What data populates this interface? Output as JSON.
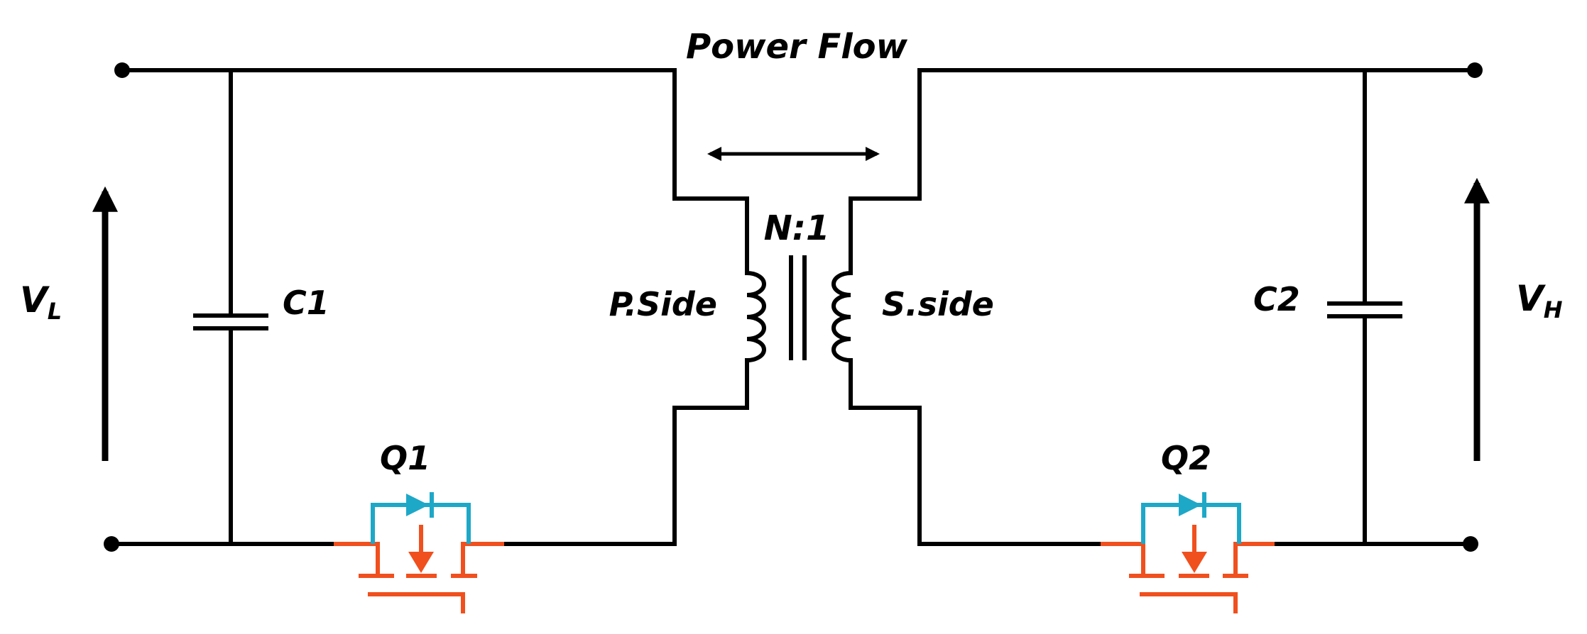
{
  "labels": {
    "power_flow": "Power Flow",
    "turns_ratio": "N:1",
    "primary_side": "P.Side",
    "secondary_side": "S.side",
    "c1": "C1",
    "c2": "C2",
    "q1": "Q1",
    "q2": "Q2",
    "vl_main": "V",
    "vl_sub": "L",
    "vh_main": "V",
    "vh_sub": "H"
  },
  "colors": {
    "wire": "#000000",
    "mosfet": "#f0501e",
    "diode": "#1ea8c8"
  }
}
